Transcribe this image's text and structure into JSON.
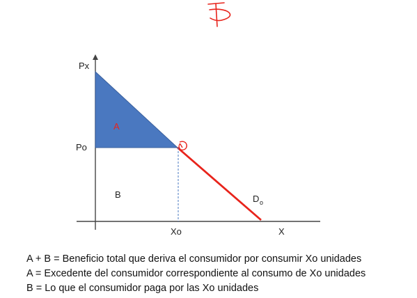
{
  "diagram": {
    "y_axis_label": "Px",
    "x_axis_label": "X",
    "price_label": "Po",
    "quantity_label": "Xo",
    "region_a_label": "A",
    "region_b_label": "B",
    "demand_label_main": "D",
    "demand_label_sub": "o",
    "colors": {
      "region_a_fill": "#4a78c0",
      "region_a_stroke": "#3a5f9c",
      "demand_line": "#e8231b",
      "guide_line": "#4a78c0",
      "axes": "#444444"
    }
  },
  "legend": [
    "A + B = Beneficio total que deriva el consumidor por consumir Xo unidades",
    "A = Excedente del consumidor correspondiente al consumo de Xo unidades",
    "B = Lo que el consumidor paga por las Xo unidades"
  ]
}
